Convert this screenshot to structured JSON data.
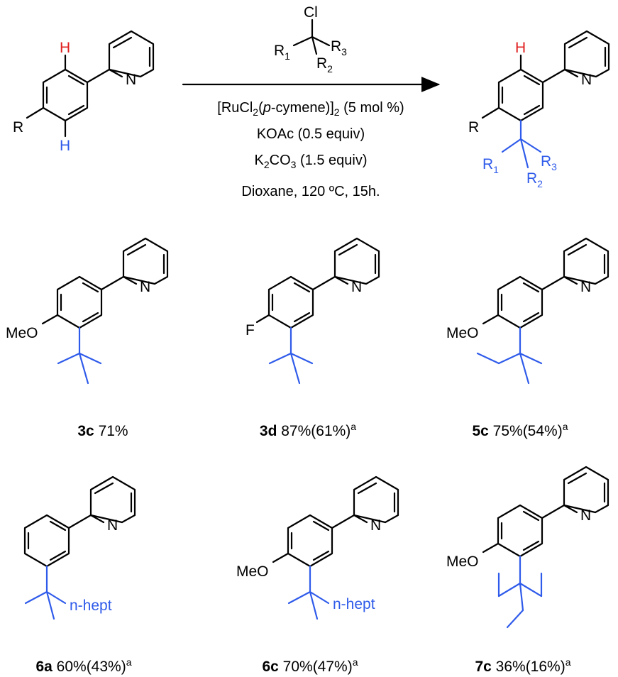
{
  "scheme": {
    "reagent": {
      "cl": "Cl",
      "r1": "R",
      "r1_sub": "1",
      "r3": "R",
      "r3_sub": "3",
      "r2": "R",
      "r2_sub": "2"
    },
    "conditions": {
      "catalyst_a": "[RuCl",
      "catalyst_sub": "2",
      "catalyst_b": "(",
      "catalyst_italic": "p",
      "catalyst_c": "-cymene)]",
      "catalyst_sub2": "2",
      "catalyst_d": " (5 mol %)",
      "base1": "KOAc (0.5 equiv)",
      "base2_a": "K",
      "base2_sub": "2",
      "base2_b": "CO",
      "base2_sub2": "3",
      "base2_c": " (1.5 equiv)",
      "solvent": "Dioxane, 120 ºC, 15h."
    },
    "substrate": {
      "r": "R",
      "h_top": "H",
      "h_bottom": "H",
      "n": "N"
    },
    "product": {
      "r": "R",
      "h_top": "H",
      "n": "N",
      "r1": "R",
      "r1_sub": "1",
      "r2": "R",
      "r2_sub": "2",
      "r3": "R",
      "r3_sub": "3"
    }
  },
  "colors": {
    "ortho_h": "#e02020",
    "new_bond": "#2f5bea",
    "text": "#000000"
  },
  "products": [
    {
      "id": "3c",
      "yield": " 71%",
      "note": "",
      "substituent": "MeO",
      "alkyl_label": ""
    },
    {
      "id": "3d",
      "yield": " 87%(61%)",
      "note": "a",
      "substituent": "F",
      "alkyl_label": ""
    },
    {
      "id": "5c",
      "yield": " 75%(54%)",
      "note": "a",
      "substituent": "MeO",
      "alkyl_label": ""
    },
    {
      "id": "6a",
      "yield": " 60%(43%)",
      "note": "a",
      "substituent": "",
      "alkyl_label": "n-hept"
    },
    {
      "id": "6c",
      "yield": " 70%(47%)",
      "note": "a",
      "substituent": "MeO",
      "alkyl_label": "n-hept"
    },
    {
      "id": "7c",
      "yield": " 36%(16%)",
      "note": "a",
      "substituent": "MeO",
      "alkyl_label": ""
    }
  ],
  "pyridine_n": "N"
}
